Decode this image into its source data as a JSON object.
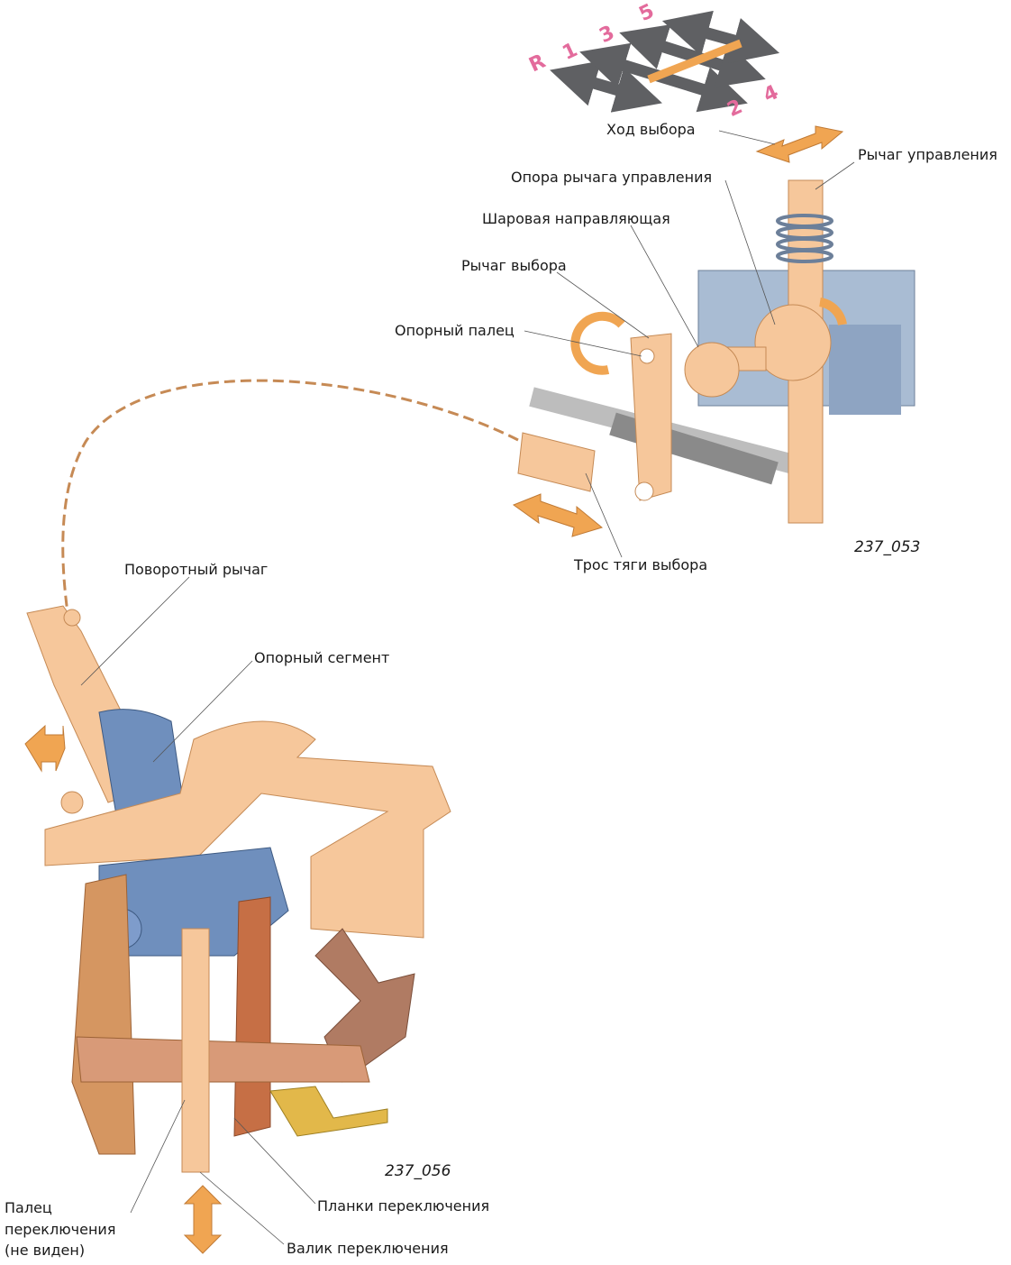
{
  "gear_pattern": {
    "labels": [
      "R",
      "1",
      "3",
      "5",
      "2",
      "4"
    ],
    "label_color": "#e36b9c",
    "arrow_color": "#5f6063",
    "selector_color": "#f0a552"
  },
  "top_figure": {
    "code": "237_053",
    "labels": {
      "select_travel": "Ход выбора",
      "control_lever": "Рычаг управления",
      "control_lever_support": "Опора рычага управления",
      "ball_guide": "Шаровая направляющая",
      "selector_lever": "Рычаг выбора",
      "support_pin": "Опорный палец",
      "select_cable": "Трос тяги выбора"
    }
  },
  "bottom_figure": {
    "code": "237_056",
    "labels": {
      "pivot_lever": "Поворотный рычаг",
      "support_segment": "Опорный сегмент",
      "shift_rails": "Планки переключения",
      "shift_shaft": "Валик переключения",
      "shift_finger_line1": "Палец",
      "shift_finger_line2": "переключения",
      "shift_finger_line3": "(не виден)"
    }
  },
  "colors": {
    "part": "#f6c79b",
    "part_dark": "#d9975e",
    "housing": "#a9bcd3",
    "housing_blue": "#6f8fbd",
    "brown": "#b07b63",
    "copper": "#c66f45",
    "arrow": "#f0a552"
  }
}
